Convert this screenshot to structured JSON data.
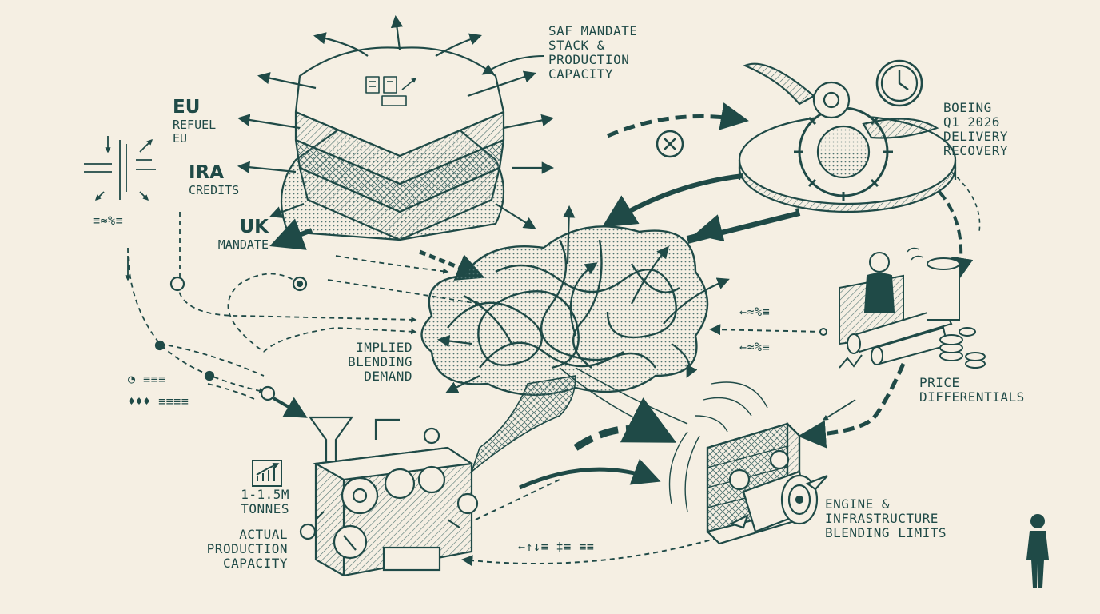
{
  "diagram": {
    "colors": {
      "ink": "#1f4a47",
      "paper": "#f5efe3",
      "hatch": "#4f7370"
    },
    "nodes": {
      "saf_mandate": {
        "lines": [
          "SAF MANDATE",
          "STACK &",
          "PRODUCTION",
          "CAPACITY"
        ],
        "icon": "layered-mandate-stack"
      },
      "boeing": {
        "lines": [
          "BOEING",
          "Q1 2026",
          "DELIVERY",
          "RECOVERY"
        ],
        "icon": "winged-gear-with-clock"
      },
      "eu": {
        "title": "EU",
        "lines": [
          "REFUEL",
          "EU"
        ]
      },
      "ira": {
        "title": "IRA",
        "lines": [
          "CREDITS"
        ]
      },
      "uk": {
        "title": "UK",
        "lines": [
          "MANDATE"
        ]
      },
      "implied_demand": {
        "lines": [
          "IMPLIED",
          "BLENDING",
          "DEMAND"
        ],
        "icon": "tangled-knot"
      },
      "price_diff": {
        "lines": [
          "PRICE",
          "DIFFERENTIALS"
        ],
        "icon": "trader-with-pipes-and-coins"
      },
      "tonnes": {
        "lines": [
          "1-1.5M",
          "TONNES"
        ],
        "icon": "rising-chart-icon"
      },
      "actual_production": {
        "lines": [
          "ACTUAL",
          "PRODUCTION",
          "CAPACITY"
        ],
        "icon": "refinery-machine"
      },
      "engine_limits": {
        "lines": [
          "ENGINE &",
          "INFRASTRUCTURE",
          "BLENDING LIMITS"
        ],
        "icon": "engine-and-brick-wall"
      }
    },
    "glyphs": {
      "bottom_center": "←↑↓≡ ‡≡ ≡≡",
      "price_upper": "←≈%≡",
      "price_lower": "←≈%≡",
      "left_percent": "≡≈%≡",
      "left_lower": "◔ ≡≡≡",
      "left_bottom": "♦♦♦ ≡≡≡≡"
    }
  }
}
